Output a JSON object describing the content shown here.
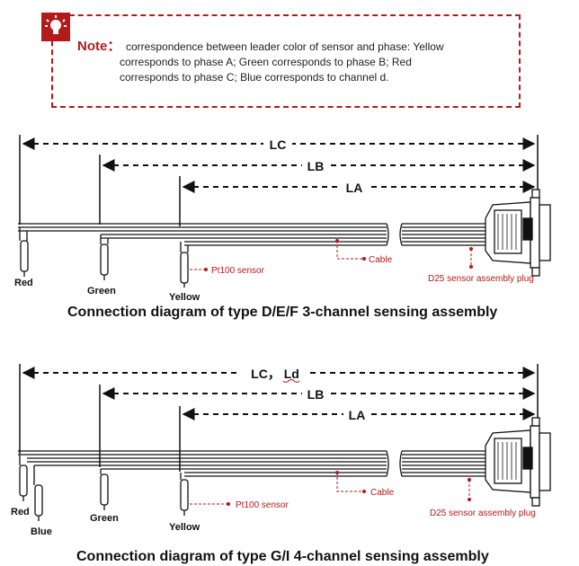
{
  "note": {
    "label": "Note：",
    "line1": "correspondence between leader color of sensor and phase: Yellow",
    "line2": "corresponds to phase A; Green corresponds to phase B; Red",
    "line3": "corresponds to phase C; Blue corresponds to channel d.",
    "icon": "lightbulb-icon",
    "accent_color": "#b31b1b"
  },
  "diagram1": {
    "title": "Connection diagram of type D/E/F 3-channel sensing assembly",
    "dim_lc": "LC",
    "dim_lb": "LB",
    "dim_la": "LA",
    "wire_red": "Red",
    "wire_green": "Green",
    "wire_yellow": "Yellow",
    "callout_pt100": "Pt100 sensor",
    "callout_cable": "Cable",
    "callout_plug": "D25 sensor assembly plug"
  },
  "diagram2": {
    "title": "Connection diagram of type G/I 4-channel sensing assembly",
    "dim_lc": "LC， Ld",
    "dim_lb": "LB",
    "dim_la": "LA",
    "wire_red": "Red",
    "wire_blue": "Blue",
    "wire_green": "Green",
    "wire_yellow": "Yellow",
    "callout_pt100": "Pt100 sensor",
    "callout_cable": "Cable",
    "callout_plug": "D25 sensor assembly plug"
  }
}
